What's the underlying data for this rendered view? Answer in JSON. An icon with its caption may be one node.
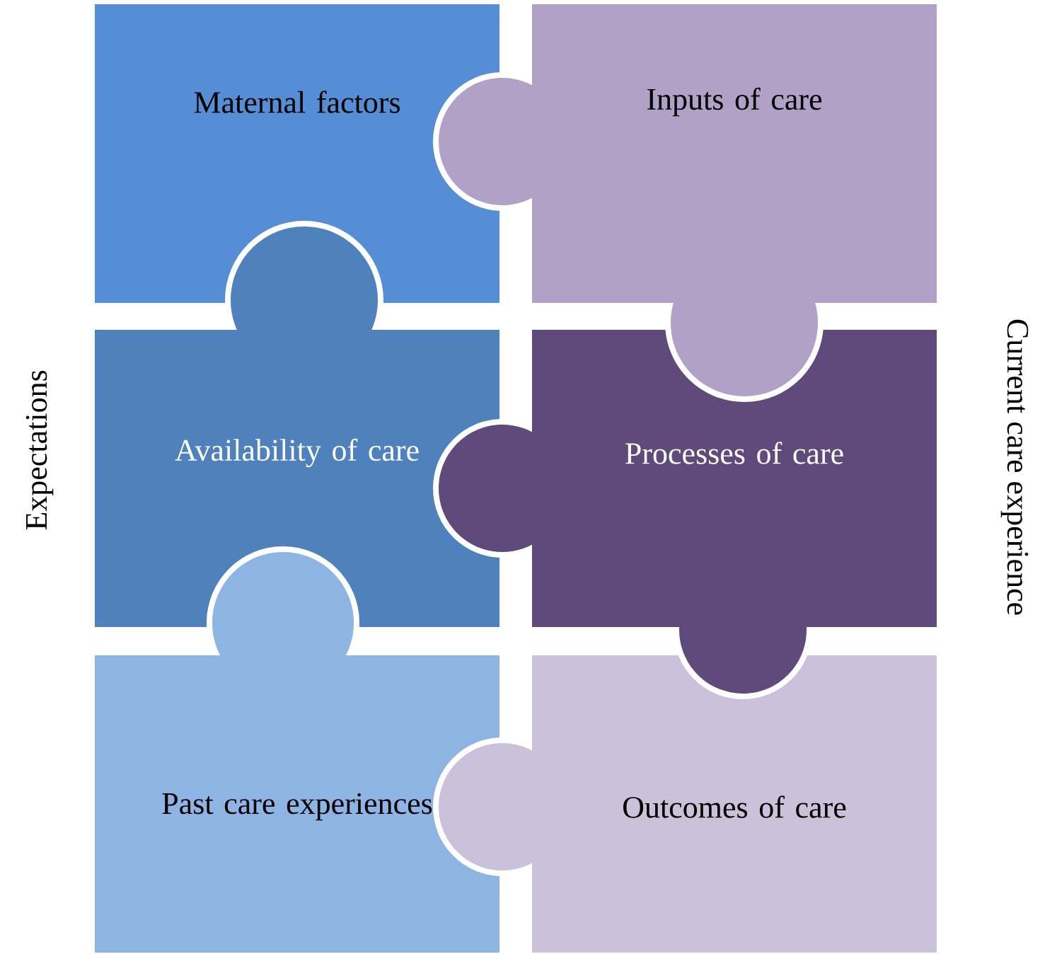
{
  "diagram": {
    "nodes": [
      {
        "text": [
          "Maternal factors"
        ]
      },
      {
        "text": [
          "Inputs of care"
        ]
      },
      {
        "text": [
          "Availability of care"
        ]
      },
      {
        "text": [
          "Processes of care"
        ]
      },
      {
        "text": [
          "Past care experiences"
        ]
      },
      {
        "text": [
          "Outcomes of care"
        ]
      }
    ],
    "labels": [
      "Expectations",
      "Current care experience"
    ]
  }
}
